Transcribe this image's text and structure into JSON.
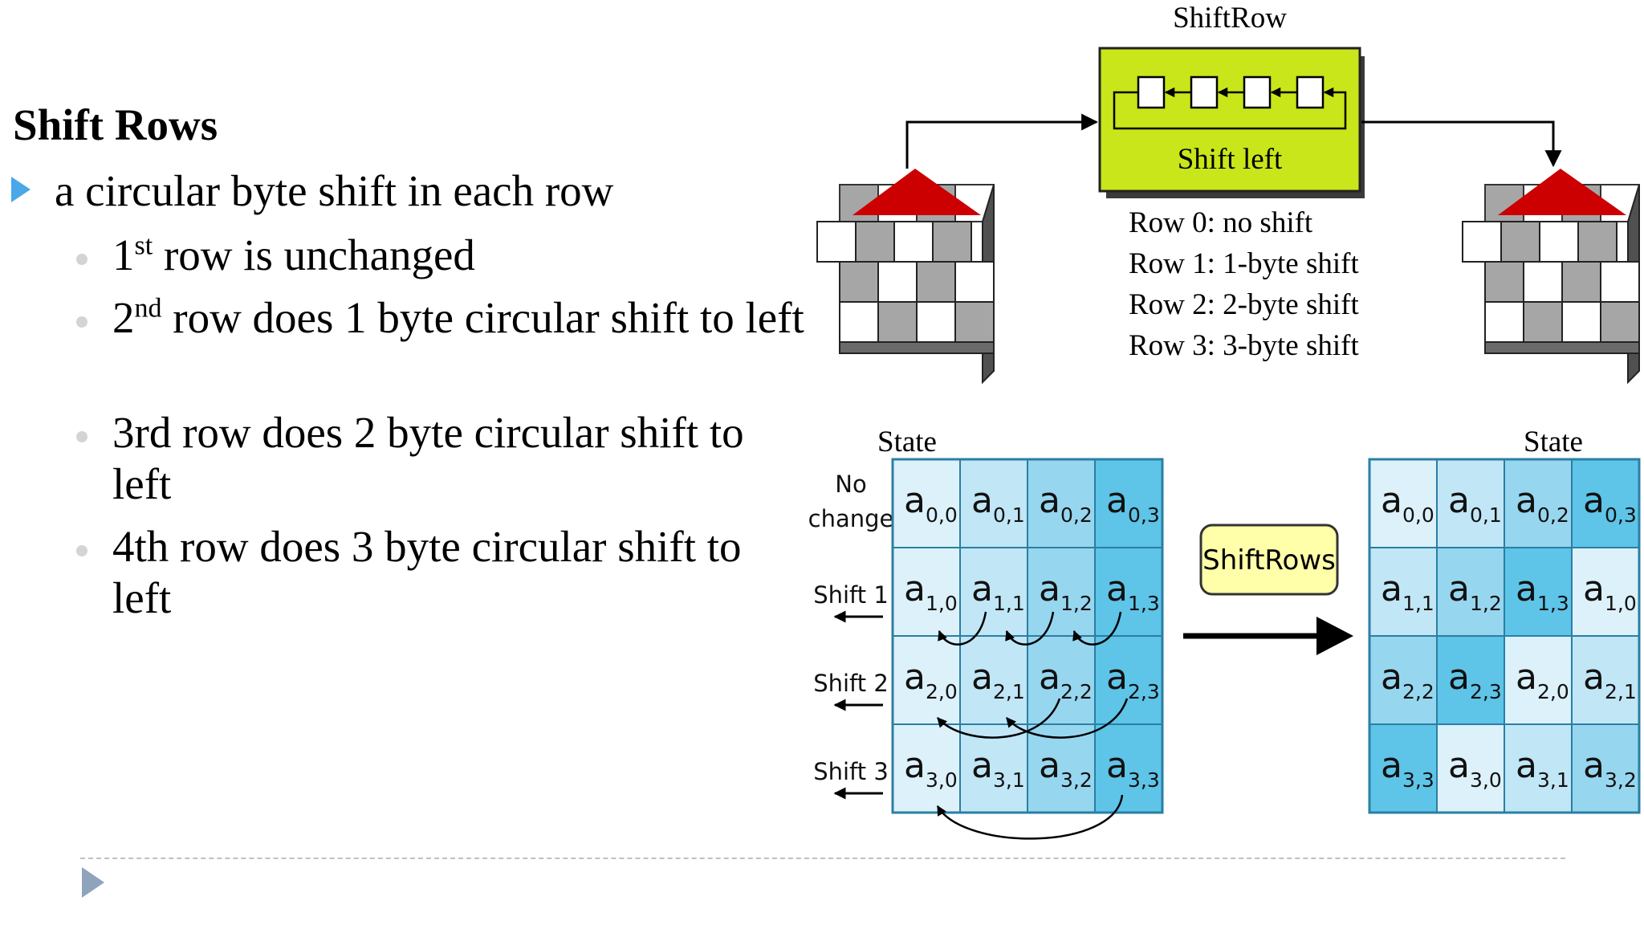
{
  "slide": {
    "title": "Shift Rows",
    "main_bullet": "a circular byte shift in each row",
    "sub_bullets": [
      {
        "ordinal": "1",
        "sup": "st",
        "text": " row is unchanged"
      },
      {
        "ordinal": "2",
        "sup": "nd",
        "text": " row does 1 byte circular shift to left"
      },
      {
        "ordinal": "",
        "sup": "",
        "text": "3rd row does 2 byte circular shift to left"
      },
      {
        "ordinal": "",
        "sup": "",
        "text": "4th row does 3 byte circular shift to left"
      }
    ]
  },
  "top_diagram": {
    "title": "ShiftRow",
    "box_label": "Shift left",
    "box_color": "#c8e619",
    "arrow_color": "#cc0000",
    "rows": [
      "Row 0: no shift",
      "Row 1: 1-byte shift",
      "Row 2: 2-byte shift",
      "Row 3: 3-byte shift"
    ]
  },
  "bottom_diagram": {
    "state_label": "State",
    "state_label_out": "State",
    "row_labels": [
      [
        "No",
        "change"
      ],
      [
        "Shift 1"
      ],
      [
        "Shift 2"
      ],
      [
        "Shift 3"
      ]
    ],
    "center_label": "ShiftRows",
    "center_label_bg": "#ffffaa",
    "input_grid": [
      [
        "0,0",
        "0,1",
        "0,2",
        "0,3"
      ],
      [
        "1,0",
        "1,1",
        "1,2",
        "1,3"
      ],
      [
        "2,0",
        "2,1",
        "2,2",
        "2,3"
      ],
      [
        "3,0",
        "3,1",
        "3,2",
        "3,3"
      ]
    ],
    "output_grid": [
      [
        "0,0",
        "0,1",
        "0,2",
        "0,3"
      ],
      [
        "1,1",
        "1,2",
        "1,3",
        "1,0"
      ],
      [
        "2,2",
        "2,3",
        "2,0",
        "2,1"
      ],
      [
        "3,3",
        "3,0",
        "3,1",
        "3,2"
      ]
    ],
    "column_colors": [
      "#dcf1fa",
      "#c1e6f6",
      "#97d6ef",
      "#5ec4e8"
    ]
  }
}
